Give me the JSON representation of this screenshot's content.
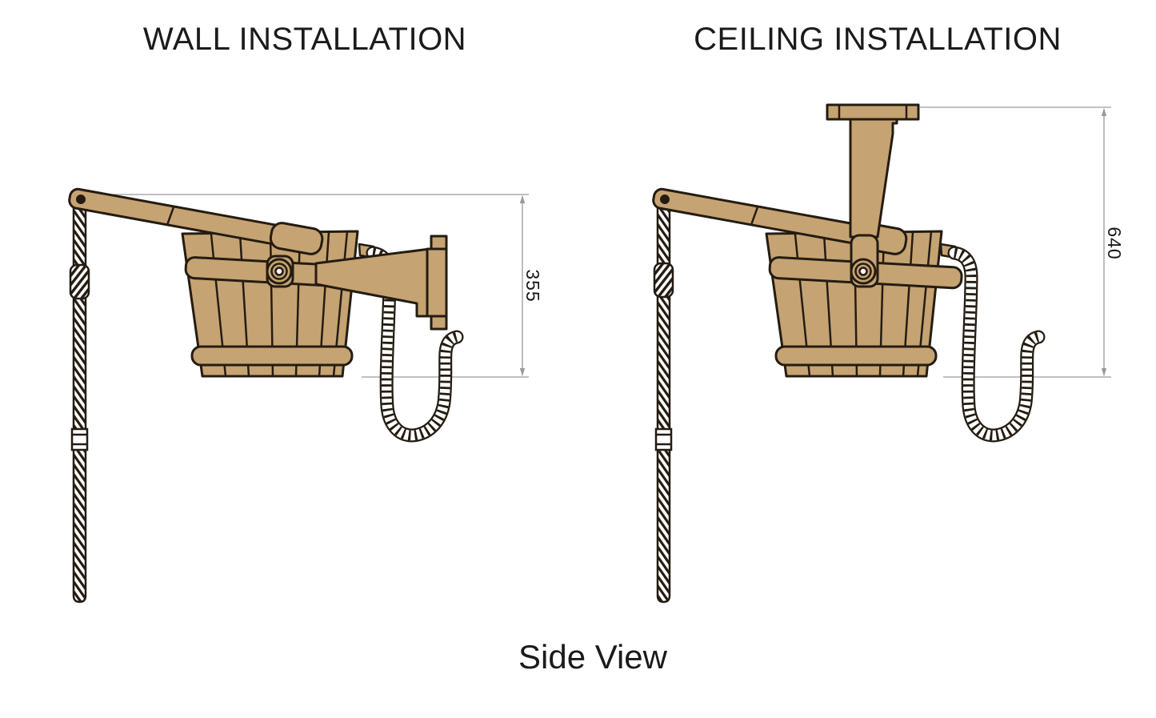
{
  "caption": "Side View",
  "views": [
    {
      "title": "WALL INSTALLATION",
      "dimension_mm": "355"
    },
    {
      "title": "CEILING INSTALLATION",
      "dimension_mm": "640"
    }
  ],
  "colors": {
    "wood": "#C6A372",
    "outline": "#241C12",
    "dimension_line": "#9A9A9A",
    "text": "#1B1B1B",
    "background": "#FFFFFF"
  }
}
